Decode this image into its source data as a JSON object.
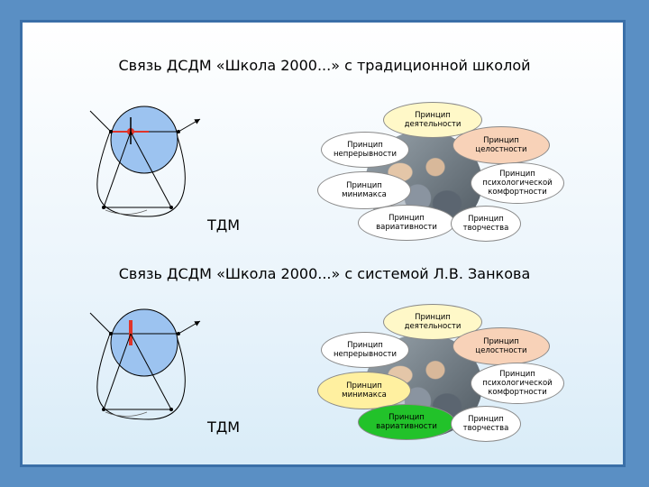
{
  "section1": {
    "title": "Связь ДСДМ «Школа 2000...» с традиционной школой",
    "tdm_label": "ТДМ",
    "principles": {
      "activity": "Принцип\nдеятельности",
      "integrity": "Принцип\nцелостности",
      "continuity": "Принцип\nнепрерывности",
      "comfort": "Принцип\nпсихологической\nкомфортности",
      "minimax": "Принцип\nминимакса",
      "variability": "Принцип\nвариативности",
      "creativity": "Принцип\nтворчества"
    }
  },
  "section2": {
    "title": "Связь ДСДМ «Школа 2000...» с системой Л.В. Занкова",
    "tdm_label": "ТДМ",
    "principles": {
      "activity": "Принцип\nдеятельности",
      "integrity": "Принцип\nцелостности",
      "continuity": "Принцип\nнепрерывности",
      "comfort": "Принцип\nпсихологической\nкомфортности",
      "minimax": "Принцип\nминимакса",
      "variability": "Принцип\nвариативности",
      "creativity": "Принцип\nтворчества"
    }
  },
  "colors": {
    "background": "#5a8fc4",
    "frame_border": "#3a6fa8",
    "circle_fill": "#9cc3f0",
    "marker_red": "#e0342a",
    "bubble_activity": "#fff8c8",
    "bubble_integrity": "#f8d2b8",
    "bubble_white": "#ffffff",
    "bubble_minimax_yellow": "#fff0a0",
    "bubble_variability_green": "#22c22a"
  }
}
